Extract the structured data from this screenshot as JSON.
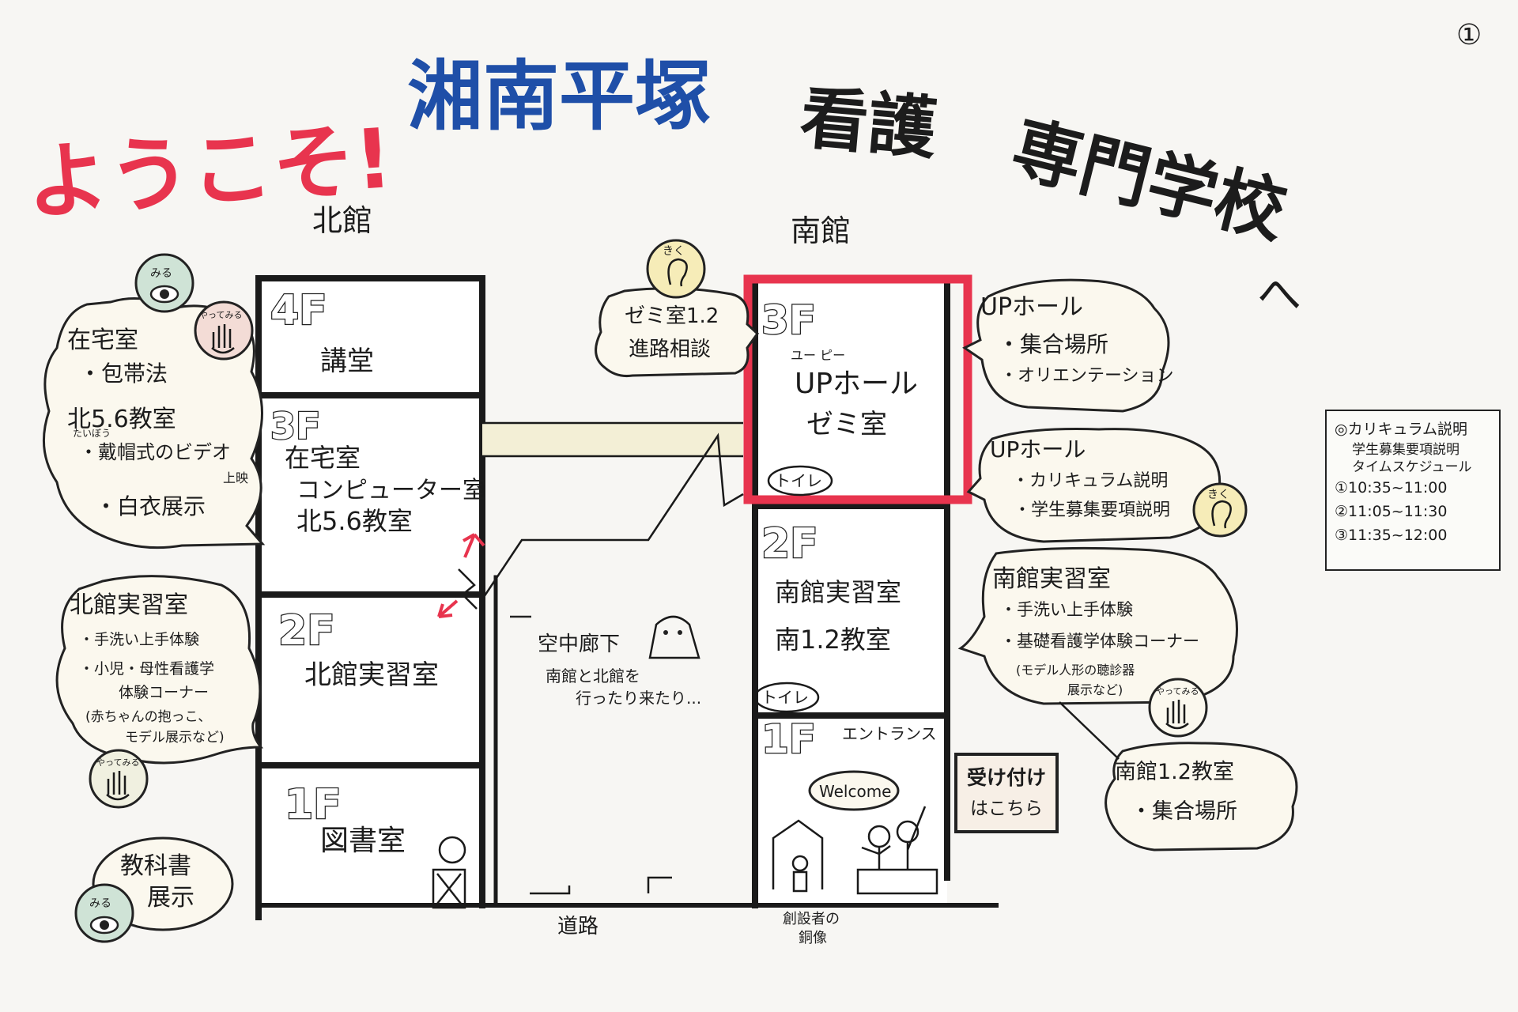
{
  "page_number": "①",
  "title": {
    "part1": "ようこそ!",
    "part2": "湘南平塚",
    "part3": "看護",
    "part4": "専門学校",
    "part5": "へ",
    "color1": "#e8344e",
    "color2": "#1f4fa8",
    "color3": "#1c1c1c"
  },
  "north": {
    "name": "北館",
    "floors": [
      {
        "label": "4F",
        "rooms": [
          "講堂"
        ]
      },
      {
        "label": "3F",
        "rooms": [
          "在宅室",
          "コンピューター室",
          "北5.6教室"
        ]
      },
      {
        "label": "2F",
        "rooms": [
          "北館実習室"
        ]
      },
      {
        "label": "1F",
        "rooms": [
          "図書室"
        ]
      }
    ]
  },
  "south": {
    "name": "南館",
    "highlight_color": "#e8344e",
    "floors": [
      {
        "label": "3F",
        "reading": "ユー ピー",
        "rooms": [
          "UPホール",
          "ゼミ室"
        ],
        "toilet": "トイレ"
      },
      {
        "label": "2F",
        "rooms": [
          "南館実習室",
          "南1.2教室"
        ],
        "toilet": "トイレ"
      },
      {
        "label": "1F",
        "rooms": [
          "エントランス"
        ]
      }
    ]
  },
  "corridor": {
    "lines": [
      "空中廊下",
      "南館と北館を",
      "行ったり来たり..."
    ]
  },
  "road": "道路",
  "statue": [
    "創設者の",
    "銅像"
  ],
  "welcome": "Welcome",
  "reception": {
    "line1": "受け付け",
    "line2": "はこちら"
  },
  "badges": {
    "miru": "みる",
    "yattemiru": "やってみる",
    "kiku": "きく"
  },
  "bubbles": {
    "left1": {
      "lines": [
        "在宅室",
        "・包帯法",
        "北5.6教室",
        "・戴帽式のビデオ",
        "上映",
        "・白衣展示"
      ],
      "ruby": "たいぼう"
    },
    "left2": {
      "lines": [
        "北館実習室",
        "・手洗い上手体験",
        "・小児・母性看護学",
        "体験コーナー",
        "(赤ちゃんの抱っこ、",
        "モデル展示など)"
      ]
    },
    "left3": {
      "lines": [
        "教科書",
        "展示"
      ]
    },
    "seminar": {
      "lines": [
        "ゼミ室1.2",
        "進路相談"
      ]
    },
    "right1": {
      "lines": [
        "UPホール",
        "・集合場所",
        "・オリエンテーション"
      ]
    },
    "right2": {
      "lines": [
        "UPホール",
        "・カリキュラム説明",
        "・学生募集要項説明"
      ]
    },
    "right3": {
      "lines": [
        "南館実習室",
        "・手洗い上手体験",
        "・基礎看護学体験コーナー",
        "(モデル人形の聴診器",
        "展示など)"
      ]
    },
    "right4": {
      "lines": [
        "南館1.2教室",
        "・集合場所"
      ]
    }
  },
  "schedule": {
    "line1": "◎カリキュラム説明",
    "line2": "学生募集要項説明",
    "line3": "タイムスケジュール",
    "slots": [
      "①10:35~11:00",
      "②11:05~11:30",
      "③11:35~12:00"
    ]
  }
}
